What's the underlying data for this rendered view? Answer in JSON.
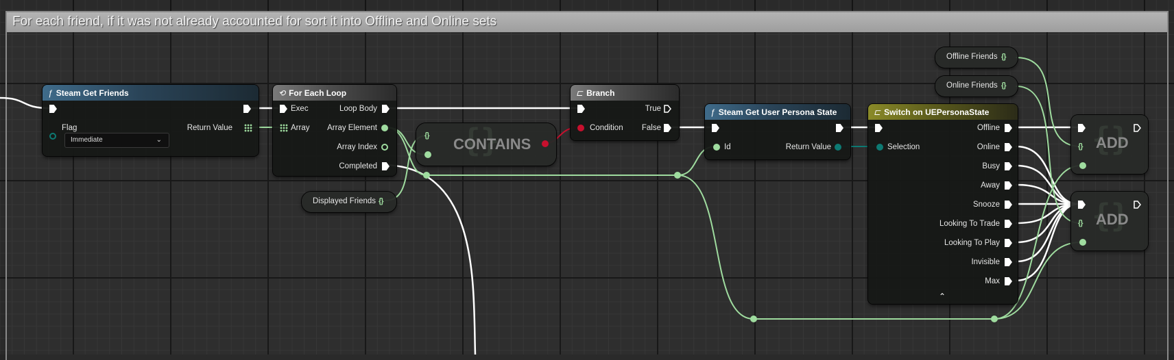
{
  "comment": {
    "title": "For each friend, if it was not already accounted for sort it into Offline and Online sets"
  },
  "colors": {
    "exec": "#ffffff",
    "set_pin": "#9fdc9f",
    "enum_pin": "#0d7a73",
    "bool_pin": "#c8102e",
    "func_header": "#3f6b8a",
    "switch_header": "#8a8a28"
  },
  "nodes": {
    "steam_get_friends": {
      "icon": "function-icon",
      "title": "Steam Get Friends",
      "flag_label": "Flag",
      "flag_value": "Immediate",
      "return_label": "Return Value"
    },
    "for_each_loop": {
      "icon": "loop-icon",
      "title": "For Each Loop",
      "exec_label": "Exec",
      "array_label": "Array",
      "loop_body_label": "Loop Body",
      "array_element_label": "Array Element",
      "array_index_label": "Array Index",
      "completed_label": "Completed"
    },
    "contains": {
      "title": "CONTAINS",
      "set_glyph": "{}"
    },
    "branch": {
      "icon": "branch-icon",
      "title": "Branch",
      "condition_label": "Condition",
      "true_label": "True",
      "false_label": "False"
    },
    "get_persona_state": {
      "icon": "function-icon",
      "title": "Steam Get User Persona State",
      "id_label": "Id",
      "return_label": "Return Value"
    },
    "switch": {
      "icon": "switch-icon",
      "title": "Switch on UEPersonaState",
      "selection_label": "Selection",
      "outputs": [
        "Offline",
        "Online",
        "Busy",
        "Away",
        "Snooze",
        "Looking To Trade",
        "Looking To Play",
        "Invisible",
        "Max"
      ]
    },
    "add_1": {
      "title": "ADD",
      "set_glyph": "{}"
    },
    "add_2": {
      "title": "ADD",
      "set_glyph": "{}"
    },
    "displayed_friends": {
      "label": "Displayed Friends",
      "set_glyph": "{}"
    },
    "offline_friends": {
      "label": "Offline Friends",
      "set_glyph": "{}"
    },
    "online_friends": {
      "label": "Online Friends",
      "set_glyph": "{}"
    }
  }
}
